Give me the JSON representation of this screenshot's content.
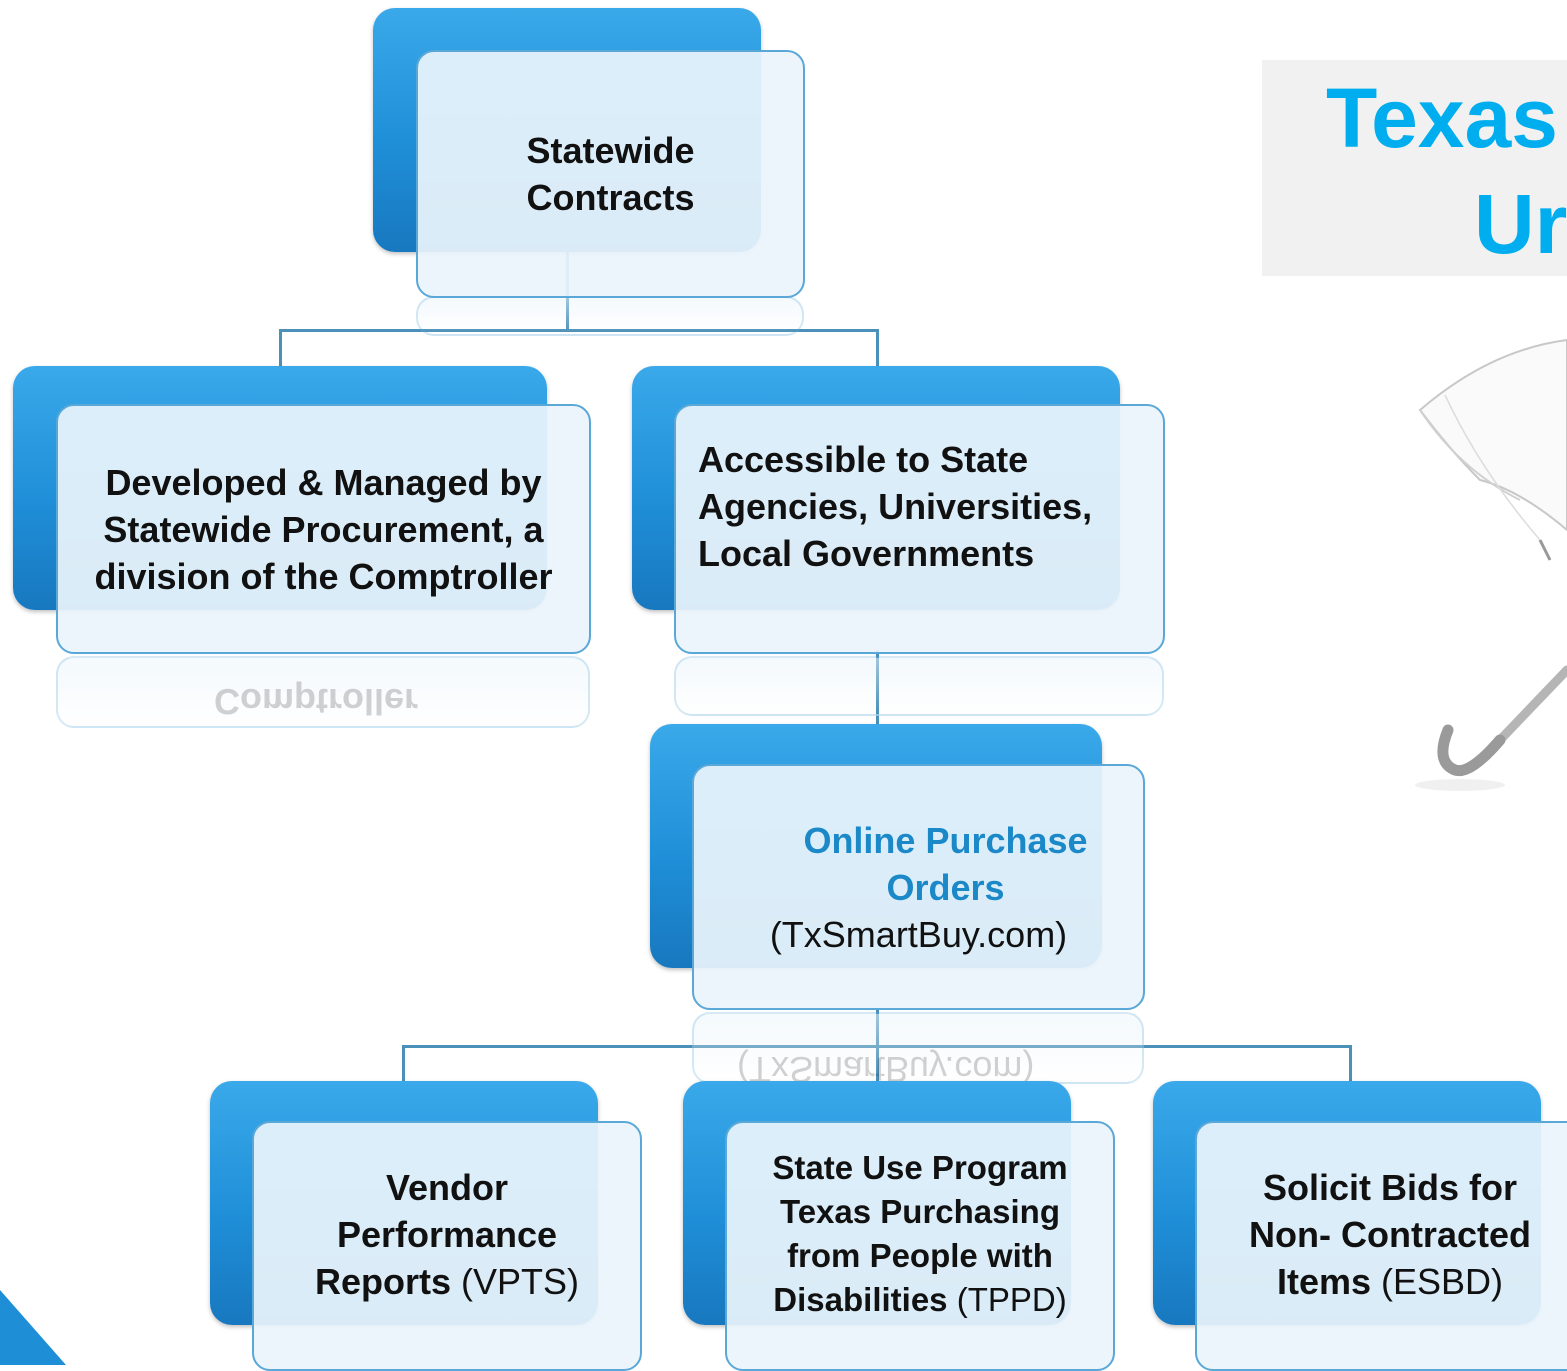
{
  "title": {
    "line1": "Texas",
    "line2": "Ur"
  },
  "nodes": {
    "root": {
      "text": "Statewide Contracts"
    },
    "developed": {
      "text": "Developed & Managed by Statewide Procurement, a division of the Comptroller",
      "reflection": "Comptroller"
    },
    "accessible": {
      "text": "Accessible to State Agencies, Universities, Local Governments"
    },
    "online": {
      "title": "Online Purchase Orders",
      "sub": "(TxSmartBuy.com)",
      "reflection": "(TxSmartBuy.com)"
    },
    "vendor": {
      "bold": "Vendor Performance Reports",
      "normal": " (VPTS)"
    },
    "stateuse": {
      "bold": "State Use Program Texas Purchasing from People with Disabilities",
      "normal": " (TPPD)"
    },
    "solicit": {
      "bold": "Solicit Bids for Non- Contracted Items",
      "normal": " (ESBD)"
    }
  },
  "icons": {
    "umbrella": "umbrella-icon"
  },
  "colors": {
    "accent": "#00aeef",
    "node_blue": "#1f8fd8",
    "highlight_text": "#1b88c8"
  }
}
